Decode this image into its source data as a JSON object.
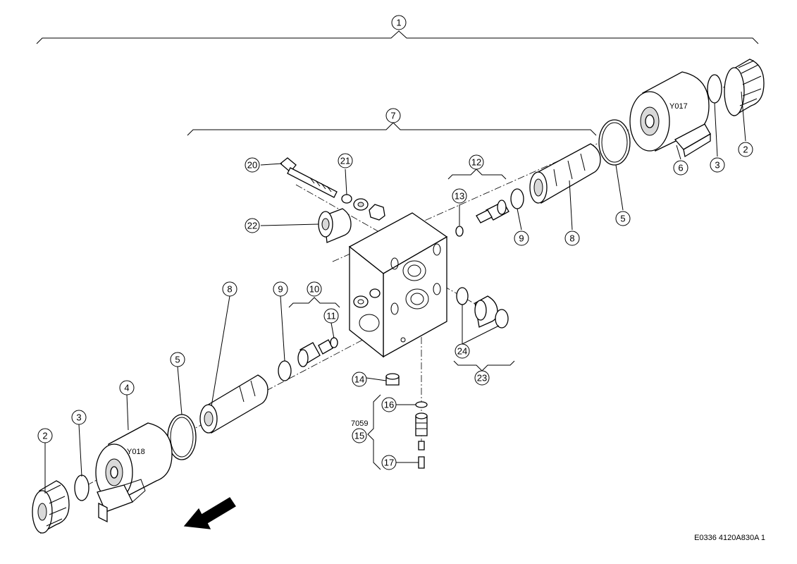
{
  "callouts": [
    "1",
    "2",
    "3",
    "4",
    "5",
    "6",
    "7",
    "8",
    "9",
    "10",
    "11",
    "12",
    "13",
    "14",
    "15",
    "16",
    "17",
    "20",
    "21",
    "22",
    "23",
    "24"
  ],
  "coil_labels": {
    "upper": "Y017",
    "lower": "Y018"
  },
  "variant_label": "7059",
  "drawing_reference": "E0336 4120A830A 1"
}
